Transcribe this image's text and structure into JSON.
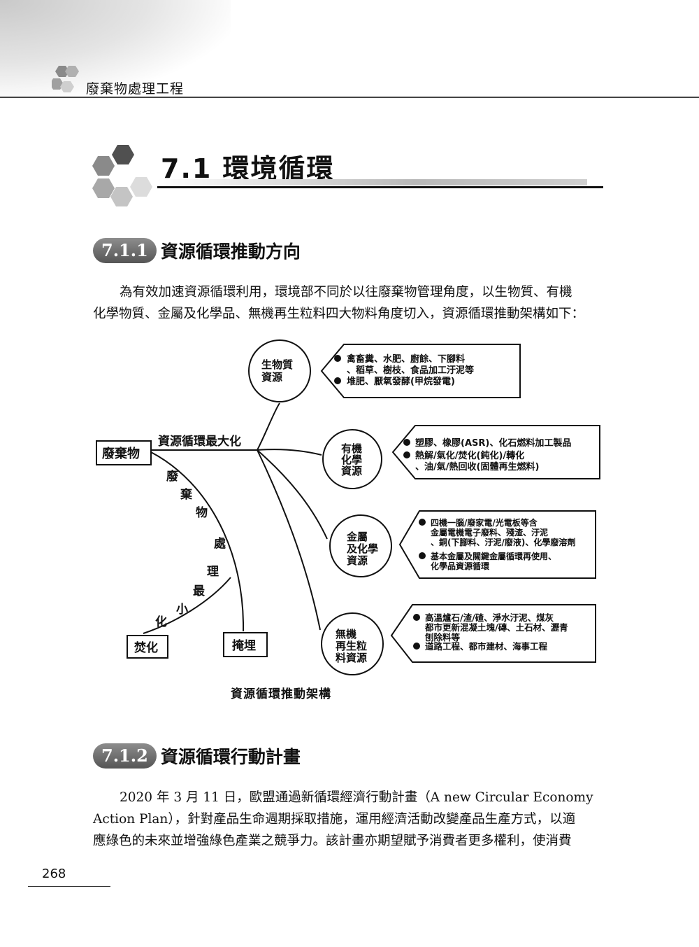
{
  "header": {
    "title": "廢棄物處理工程"
  },
  "chapter": {
    "title": "7.1 環境循環"
  },
  "section1": {
    "number": "7.1.1",
    "title": "資源循環推動方向",
    "lines": [
      "為有效加速資源循環利用，環境部不同於以往廢棄物管理角度，以生物質、有機",
      "化學物質、金屬及化學品、無機再生粒料四大物料角度切入，資源循環推動架構如下："
    ]
  },
  "diagram": {
    "source": "廢棄物",
    "max_label": "資源循環最大化",
    "min_label_chars": [
      "廢",
      "棄",
      "物",
      "處",
      "理",
      "最",
      "小",
      "化"
    ],
    "outlet_incineration": "焚化",
    "outlet_landfill": "掩埋",
    "caption": "資源循環推動架構",
    "branches": [
      {
        "circle": [
          "生物質",
          "資源"
        ],
        "bullets": [
          [
            "禽畜糞、水肥、廚餘、下腳料",
            "、稻草、樹枝、食品加工汙泥等"
          ],
          [
            "堆肥、厭氧發酵(甲烷發電)"
          ]
        ]
      },
      {
        "circle": [
          "有機",
          "化學",
          "資源"
        ],
        "bullets": [
          [
            "塑膠、橡膠(ASR)、化石燃料加工製品"
          ],
          [
            "熱解/氣化/焚化(鈍化)/轉化",
            "、油/氣/熱回收(固體再生燃料)"
          ]
        ]
      },
      {
        "circle": [
          "金屬",
          "及化學",
          "資源"
        ],
        "bullets": [
          [
            "四機一腦/廢家電/光電板等含",
            "金屬電機電子廢料、殘渣、汙泥",
            "、銅(下腳料、汙泥/廢液)、化學廢溶劑"
          ],
          [
            "基本金屬及關鍵金屬循環再使用、",
            "化學品資源循環"
          ]
        ]
      },
      {
        "circle": [
          "無機",
          "再生粒",
          "料資源"
        ],
        "bullets": [
          [
            "高溫爐石/渣/碴、淨水汙泥、煤灰",
            "都市更新混凝土塊/磚、土石材、瀝青",
            "刨除料等"
          ],
          [
            "道路工程、都市建材、海事工程"
          ]
        ]
      }
    ]
  },
  "section2": {
    "number": "7.1.2",
    "title": "資源循環行動計畫",
    "lines": [
      "2020 年 3 月 11 日，歐盟通過新循環經濟行動計畫（A new Circular Economy",
      "Action Plan），針對產品生命週期採取措施，運用經濟活動改變產品生產方式，以適",
      "應綠色的未來並增強綠色產業之競爭力。該計畫亦期望賦予消費者更多權利，使消費"
    ]
  },
  "footer": {
    "page_number": "268"
  }
}
